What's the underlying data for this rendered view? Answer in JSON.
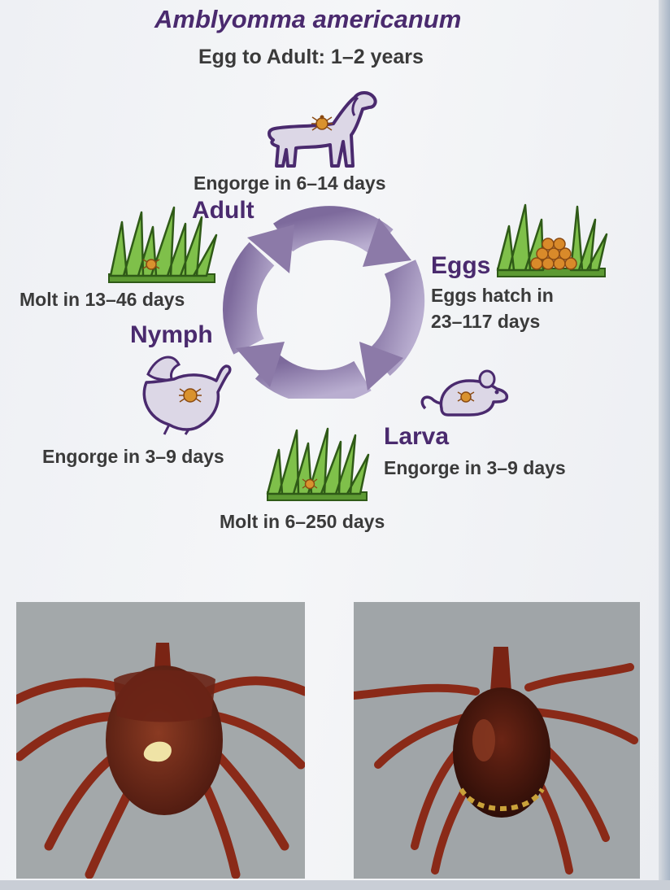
{
  "diagram": {
    "title": "Amblyomma americanum",
    "subtitle": "Egg to Adult: 1–2 years",
    "stages": {
      "adult": "Adult",
      "eggs": "Eggs",
      "larva": "Larva",
      "nymph": "Nymph"
    },
    "captions": {
      "adult_engorge": "Engorge in 6–14 days",
      "eggs_hatch_line1": "Eggs hatch in",
      "eggs_hatch_line2": "23–117 days",
      "larva_engorge": "Engorge in 3–9 days",
      "larva_molt": "Molt in 6–250 days",
      "nymph_engorge": "Engorge in 3–9 days",
      "nymph_molt": "Molt in 13–46 days"
    },
    "icons": [
      "dog-icon",
      "grass-tick-icon",
      "grass-eggs-icon",
      "mouse-icon",
      "turkey-icon",
      "cycle-arrows-icon"
    ]
  },
  "photos": [
    "tick-dorsal-photo",
    "tick-ventral-photo"
  ],
  "colors": {
    "accent_purple": "#4a2a6e",
    "arrow_purple": "#8c7aa8",
    "grass_green": "#6cae3c",
    "tick_orange": "#d9922e",
    "tick_red_brown": "#7a1f14"
  }
}
